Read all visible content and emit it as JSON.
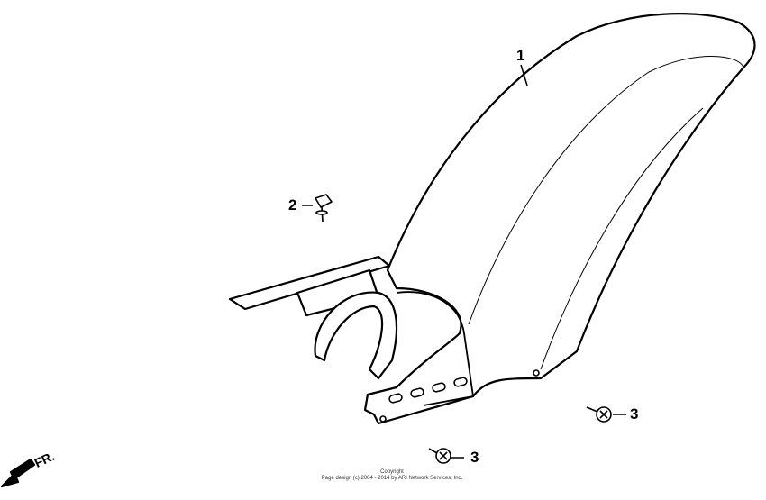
{
  "diagram": {
    "callouts": [
      {
        "number": "1",
        "part": "fender"
      },
      {
        "number": "2",
        "part": "bolt"
      },
      {
        "number": "3",
        "part": "screw"
      },
      {
        "number": "3",
        "part": "screw"
      }
    ],
    "direction_label": "FR.",
    "line_color": "#000000"
  },
  "footer": {
    "line1": "Copyright",
    "line2": "Page design (c) 2004 - 2014 by ARI Network Services, Inc."
  }
}
